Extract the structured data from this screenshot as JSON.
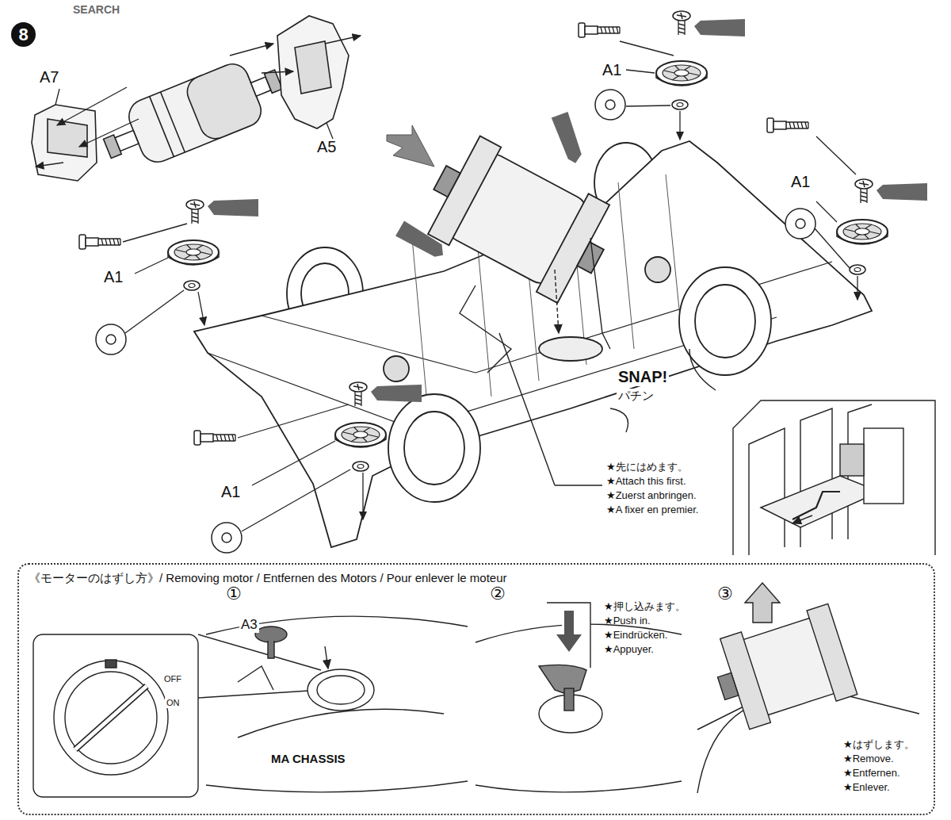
{
  "diagram": {
    "nodes": [
      {
        "text": [
          "《モーターのはずし方》/ Removing motor / Entfernen des Motors / Pour enlever le moteur"
        ]
      }
    ],
    "labels": [
      "SEARCH",
      "8",
      "A7",
      "A5",
      "A1",
      "A1",
      "A1",
      "A1",
      "SNAP!",
      "パチン",
      "★先にはめます。",
      "★Attach this first.",
      "★Zuerst anbringen.",
      "★A fixer en premier.",
      "①",
      "A3",
      "②",
      "★押し込みます。",
      "★Push in.",
      "★Eindrücken.",
      "★Appuyer.",
      "③",
      "★はずします。",
      "★Remove.",
      "★Entfernen.",
      "★Enlever.",
      "OFF",
      "ON",
      "MA CHASSIS"
    ]
  }
}
